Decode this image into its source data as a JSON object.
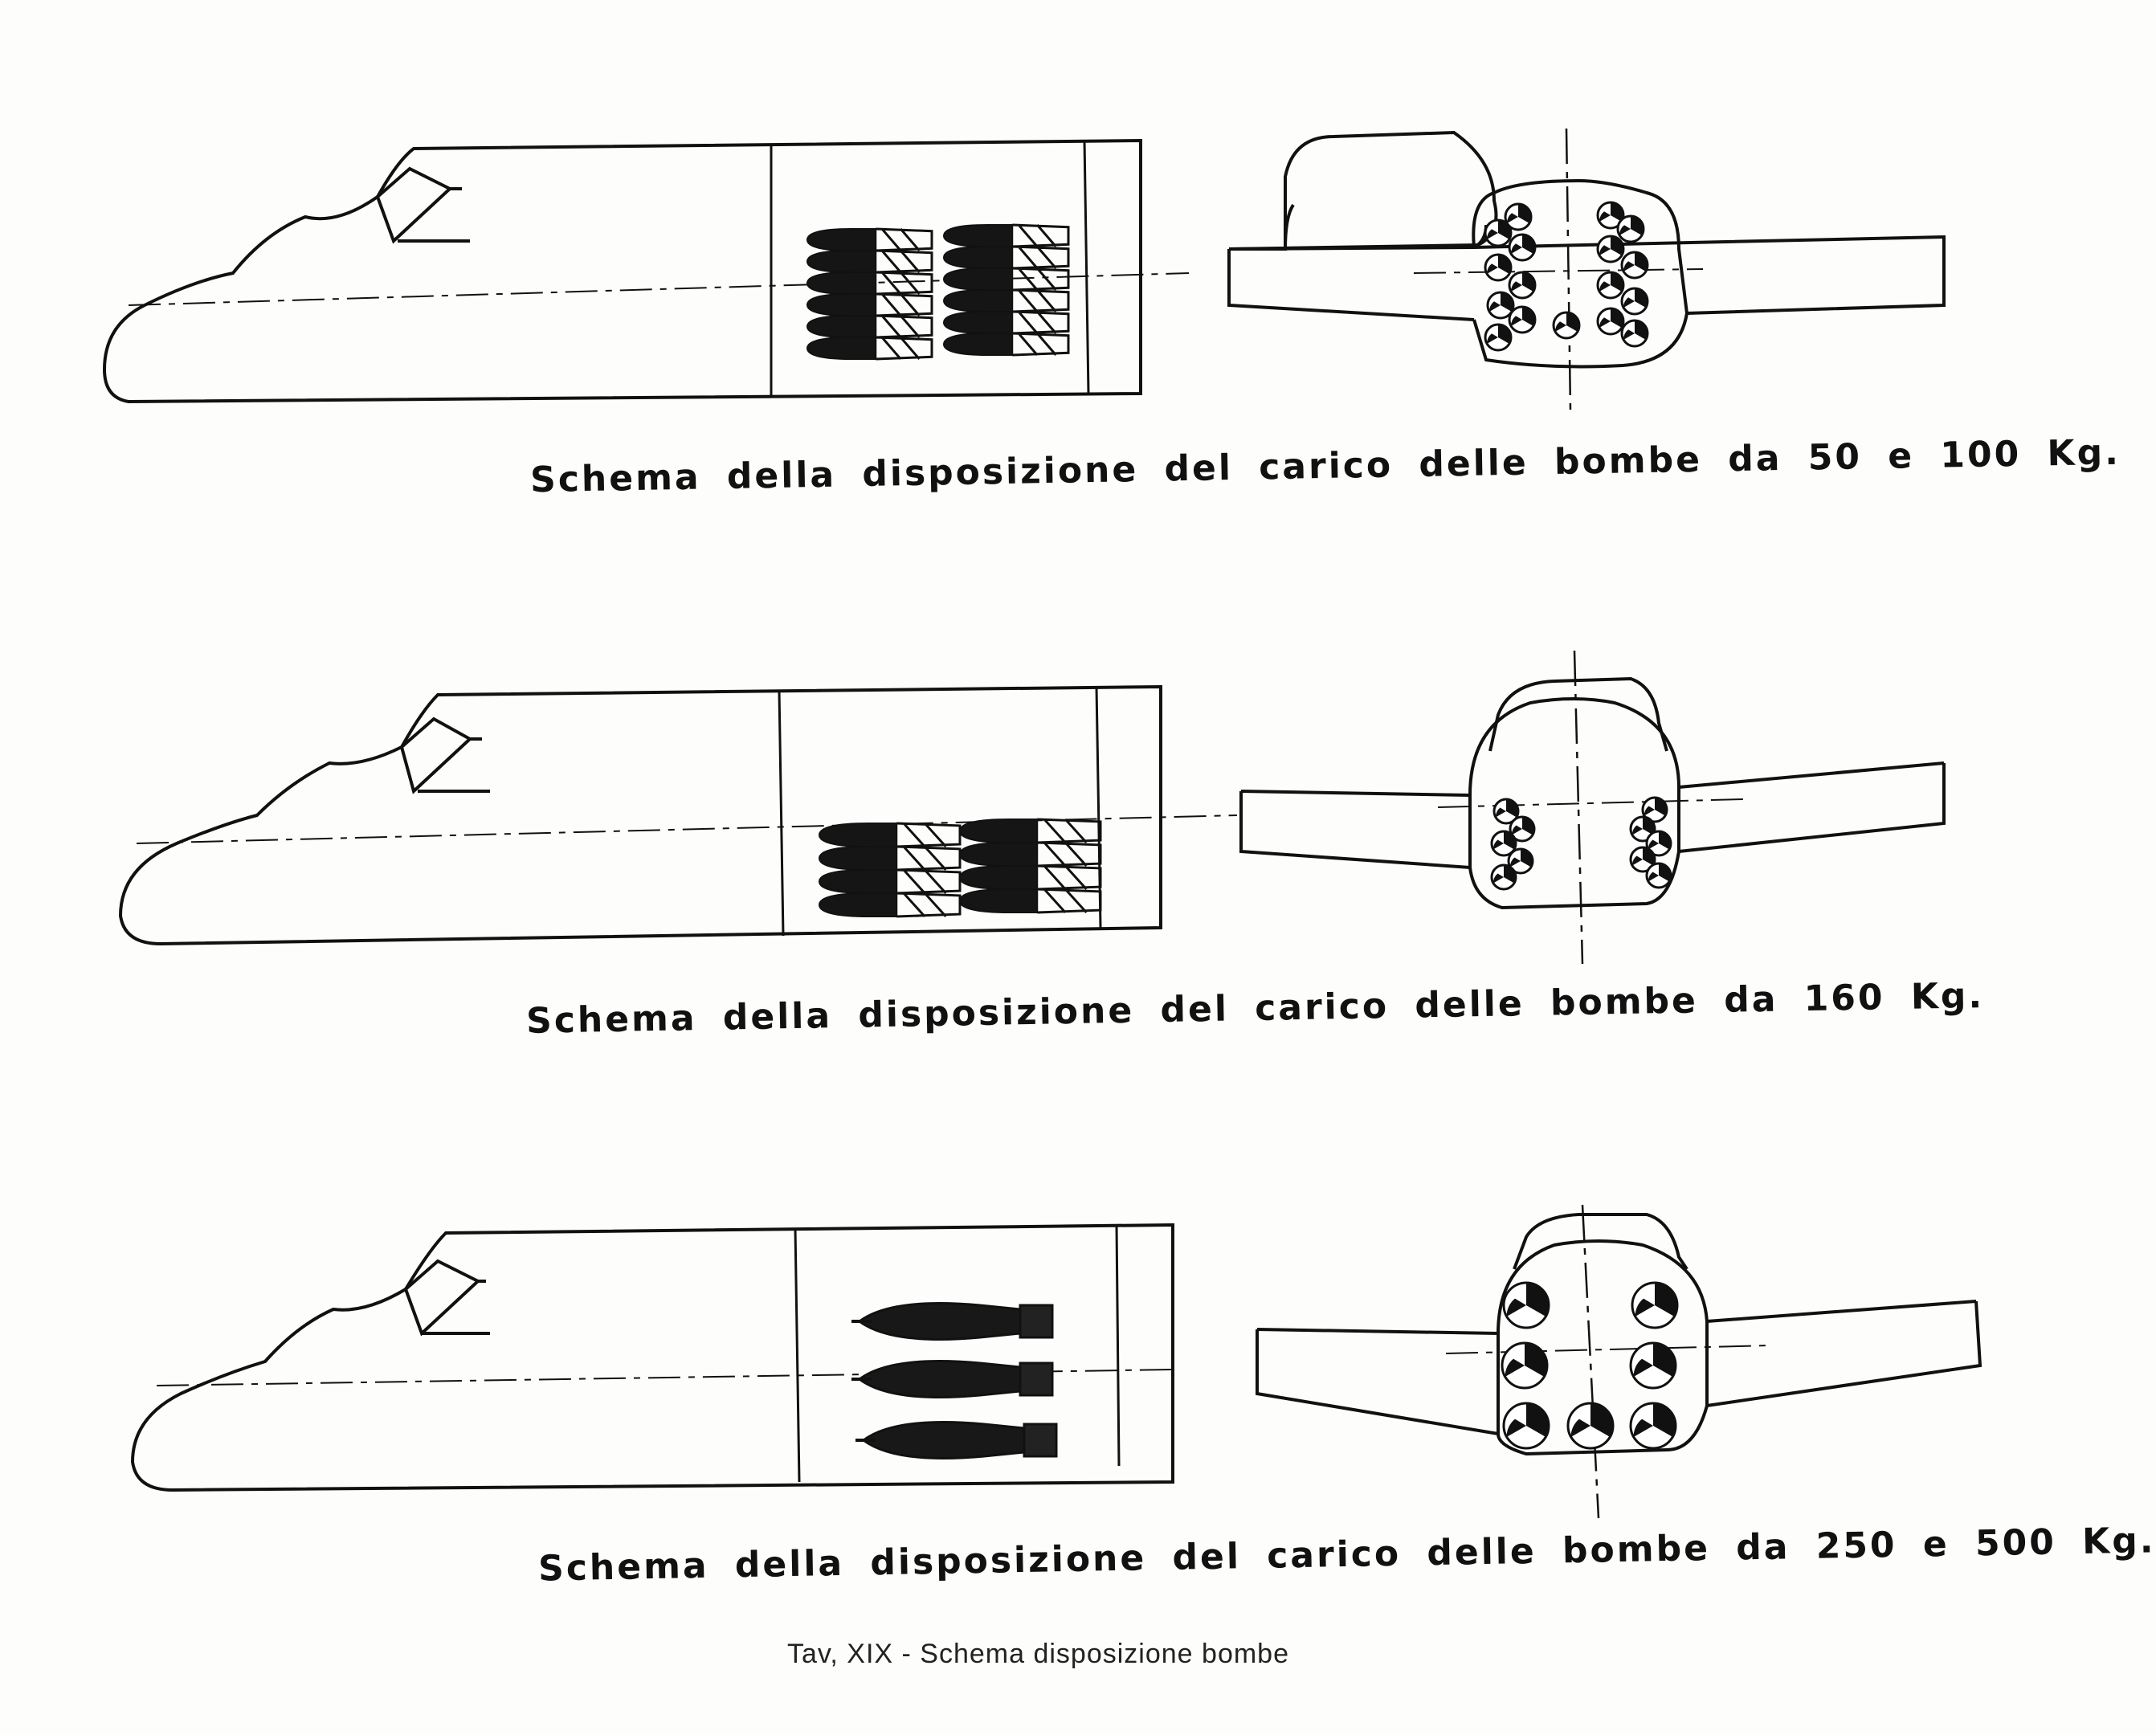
{
  "diagrams": [
    {
      "caption": "Schema della disposizione del carico delle bombe da 50 e 100 Kg."
    },
    {
      "caption": "Schema della disposizione del carico delle bombe da 160 Kg."
    },
    {
      "caption": "Schema della disposizione del carico delle bombe da 250 e 500 Kg."
    }
  ],
  "plate_title": "Tav, XIX - Schema disposizione bombe",
  "colors": {
    "ink": "#111111",
    "paper": "#fdfdfb"
  }
}
